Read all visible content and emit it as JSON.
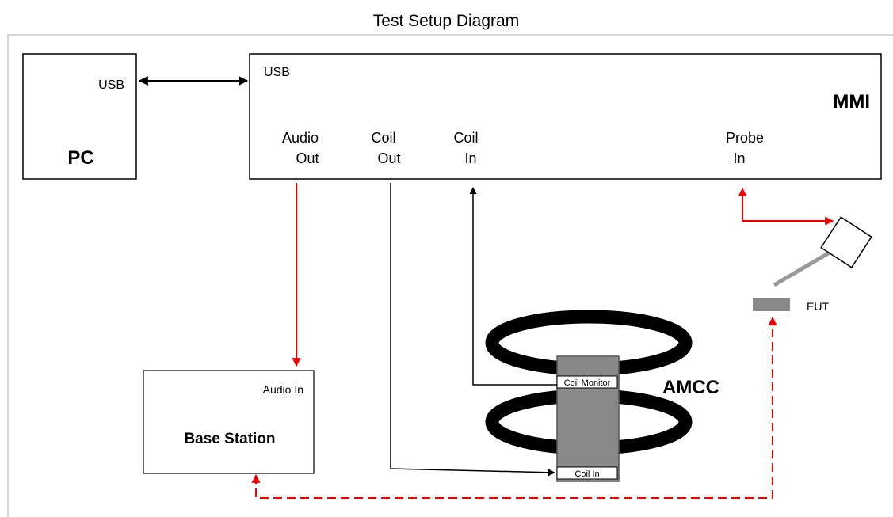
{
  "title": "Test Setup Diagram",
  "pc": {
    "usb_label": "USB",
    "name": "PC"
  },
  "mmi": {
    "usb_label": "USB",
    "name": "MMI",
    "ports": {
      "audio_out": [
        "Audio",
        "Out"
      ],
      "coil_out": [
        "Coil",
        "Out"
      ],
      "coil_in": [
        "Coil",
        "In"
      ],
      "probe_in": [
        "Probe",
        "In"
      ]
    }
  },
  "base_station": {
    "port_label": "Audio In",
    "name": "Base Station"
  },
  "amcc": {
    "name": "AMCC",
    "coil_monitor_label": "Coil Monitor",
    "coil_in_label": "Coil In"
  },
  "eut": {
    "label": "EUT"
  },
  "colors": {
    "black_signal": "#000000",
    "red_signal": "#ee0000",
    "amcc_body": "#888888",
    "probe_rod": "#999999",
    "frame_border": "#c8c8c8"
  }
}
